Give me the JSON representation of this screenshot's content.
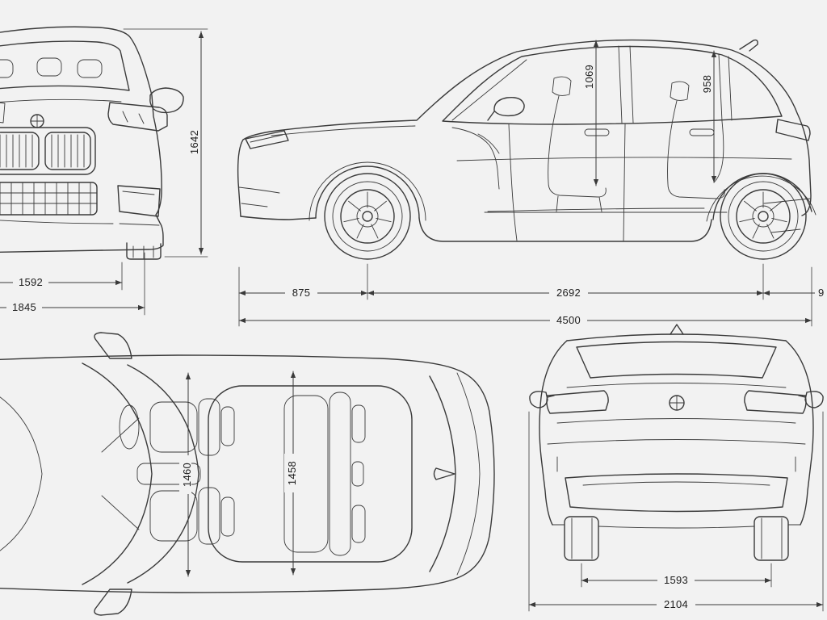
{
  "diagram": {
    "front_view": {
      "overall_height": "1642",
      "front_track": "1592",
      "overall_width": "1845"
    },
    "side_view": {
      "front_interior_height": "1069",
      "rear_interior_height": "958",
      "front_overhang": "875",
      "wheelbase": "2692",
      "rear_overhang_partial": "9",
      "overall_length": "4500"
    },
    "top_view": {
      "front_interior_width": "1460",
      "rear_interior_width": "1458"
    },
    "rear_view": {
      "rear_track": "1593",
      "overall_width_mirrors": "2104"
    }
  },
  "colors": {
    "background": "#f2f2f2",
    "line": "#3a3a3a",
    "text": "#1d1d1d"
  }
}
